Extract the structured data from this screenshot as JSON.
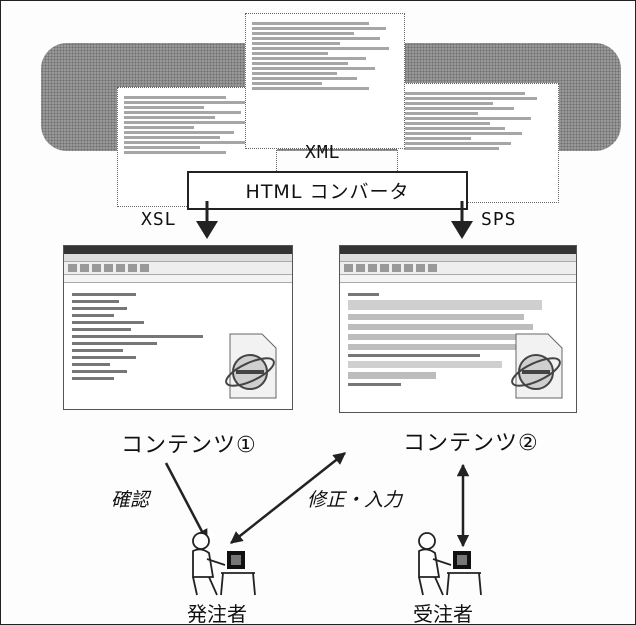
{
  "documents": {
    "xsl_label": "XSL",
    "xml_label": "XML",
    "sps_label": "SPS"
  },
  "converter": {
    "label": "HTML コンバータ"
  },
  "contents": {
    "first": "コンテンツ①",
    "second": "コンテンツ②"
  },
  "edges": {
    "confirm": "確認",
    "edit_input": "修正・入力"
  },
  "actors": {
    "orderer": "発注者",
    "contractor": "受注者"
  },
  "icons": {
    "browser_logo": "internet-explorer-icon",
    "actor": "person-at-computer-icon"
  }
}
